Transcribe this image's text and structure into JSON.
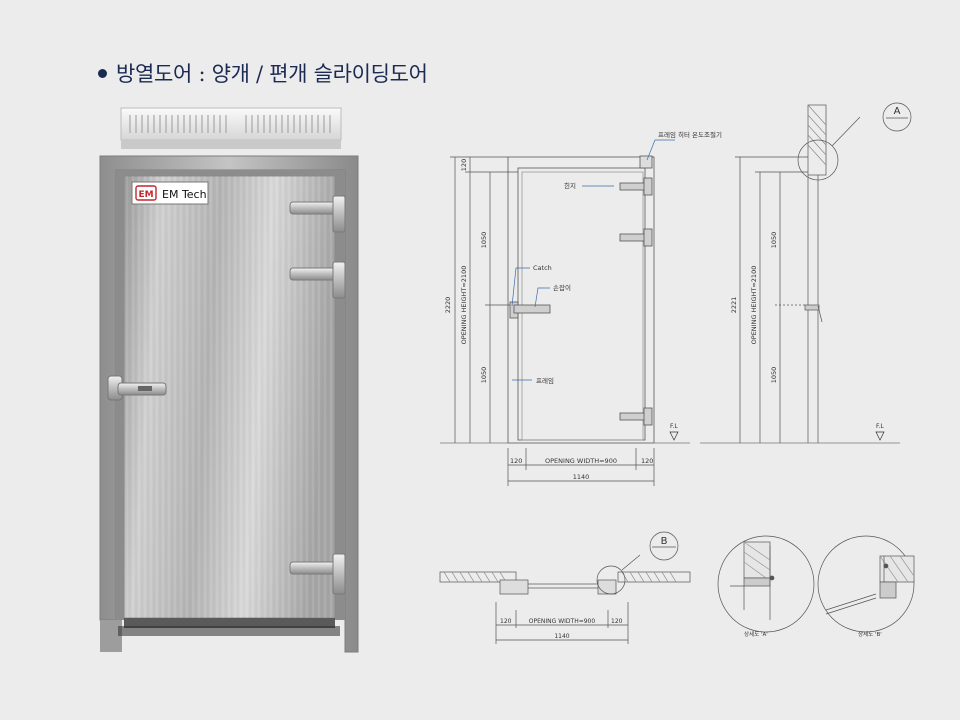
{
  "slide": {
    "title": "방열도어 : 양개 / 편개 슬라이딩도어",
    "brand_label": "EM Tech",
    "logo_text": "EM",
    "front_elevation": {
      "callouts": {
        "heater": "프레임 히터 온도조절기",
        "hinge": "힌지",
        "catch": "Catch",
        "handle": "손잡이",
        "frame": "프레임"
      },
      "dims": {
        "total_height": "2220",
        "top": "120",
        "upper": "1050",
        "lower": "1050",
        "opening_height": "OPENING HEIGHT=2100",
        "left": "120",
        "opening_width": "OPENING WIDTH=900",
        "right": "120",
        "total_width": "1140",
        "floor": "F.L"
      }
    },
    "side_section": {
      "detail_label": "A",
      "dims": {
        "total_height": "2221",
        "upper": "1050",
        "lower": "1050",
        "opening_height": "OPENING HEIGHT=2100",
        "floor": "F.L"
      }
    },
    "plan_view": {
      "detail_label": "B",
      "dims": {
        "left": "120",
        "opening_width": "OPENING WIDTH=900",
        "right": "120",
        "total_width": "1140"
      }
    },
    "details": {
      "a_caption": "상세도 'A'",
      "b_caption": "상세도 'B'"
    }
  }
}
